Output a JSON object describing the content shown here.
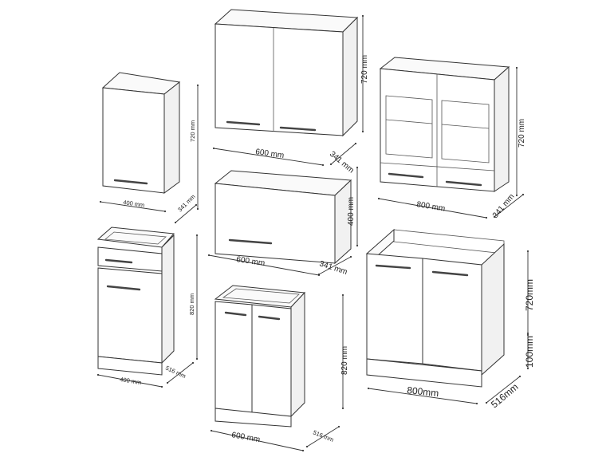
{
  "diagram": {
    "cabinets": [
      {
        "name": "wall-cabinet-400",
        "width": "400 mm",
        "height": "720 mm",
        "depth": "341 mm"
      },
      {
        "name": "wall-cabinet-600",
        "width": "600 mm",
        "height": "720 mm",
        "depth": "341 mm"
      },
      {
        "name": "glass-wall-cabinet-800",
        "width": "800 mm",
        "height": "720 mm",
        "depth": "341 mm"
      },
      {
        "name": "flap-wall-cabinet-600",
        "width": "600 mm",
        "height": "400 mm",
        "depth": "341 mm"
      },
      {
        "name": "base-drawer-cabinet-400",
        "width": "400 mm",
        "height": "820 mm",
        "depth": "516 mm"
      },
      {
        "name": "base-cabinet-600",
        "width": "600 mm",
        "height": "820 mm",
        "depth": "516 mm"
      },
      {
        "name": "sink-base-cabinet-800",
        "width": "800mm",
        "height": "720mm",
        "plinth": "100mm",
        "depth": "516mm"
      }
    ],
    "colors": {
      "line": "#333333",
      "fill": "#ffffff",
      "side": "#f1f1f1"
    }
  }
}
